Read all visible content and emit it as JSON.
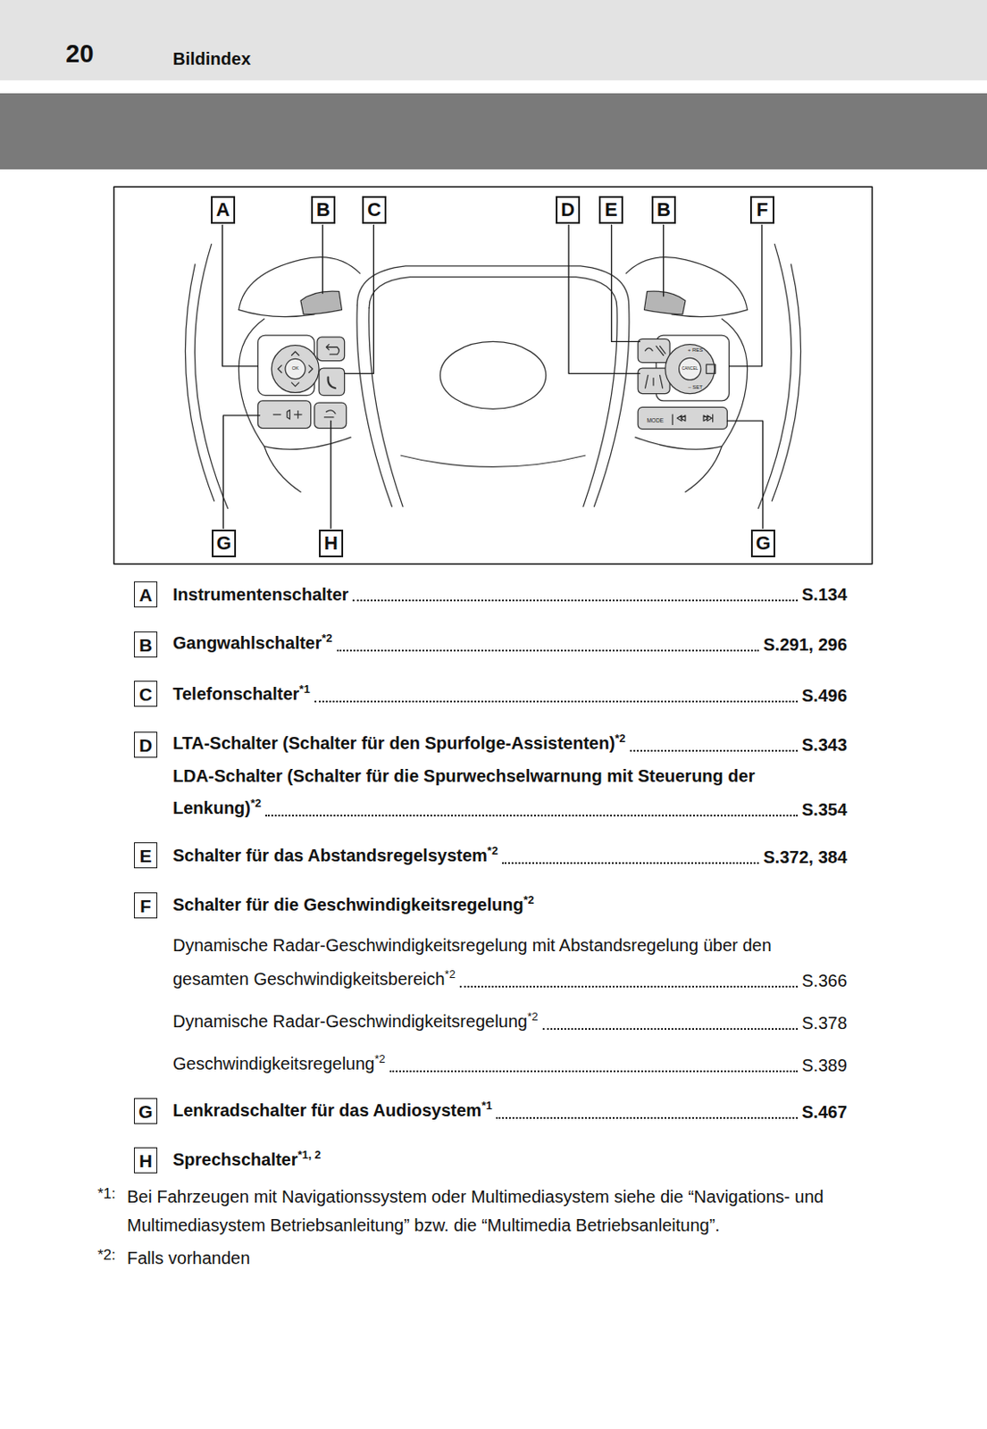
{
  "diagram": {
    "nodes": [
      {
        "text": [
          "A"
        ]
      },
      {
        "text": [
          "B"
        ]
      },
      {
        "text": [
          "C"
        ]
      },
      {
        "text": [
          "D"
        ]
      },
      {
        "text": [
          "E"
        ]
      },
      {
        "text": [
          "B"
        ]
      },
      {
        "text": [
          "F"
        ]
      },
      {
        "text": [
          "G"
        ]
      },
      {
        "text": [
          "H"
        ]
      },
      {
        "text": [
          "G"
        ]
      },
      {
        "text": [
          "A"
        ]
      },
      {
        "text": [
          "B"
        ]
      },
      {
        "text": [
          "C"
        ]
      },
      {
        "text": [
          "D"
        ]
      },
      {
        "text": [
          "E"
        ]
      },
      {
        "text": [
          "F"
        ]
      },
      {
        "text": [
          "G"
        ]
      },
      {
        "text": [
          "H"
        ]
      }
    ],
    "labels": [
      "20",
      "Bildindex",
      "OK",
      "+ RES",
      "CANCEL",
      "– SET",
      "MODE",
      "Instrumentenschalter",
      "S.134",
      "Gangwahlschalter",
      "*2",
      "S.291, 296",
      "Telefonschalter",
      "*1",
      "S.496",
      "LTA-Schalter (Schalter für den Spurfolge-Assistenten)",
      "*2",
      "S.343",
      "LDA-Schalter (Schalter für die Spurwechselwarnung mit Steuerung der Lenkung)",
      "*2",
      "S.354",
      "Schalter für das Abstandsregelsystem",
      "*2",
      "S.372, 384",
      "Schalter für die Geschwindigkeitsregelung",
      "*2",
      "Dynamische Radar-Geschwindigkeitsregelung mit Abstandsregelung über den gesamten Geschwindigkeitsbereich",
      "*2",
      "S.366",
      "Dynamische Radar-Geschwindigkeitsregelung",
      "*2",
      "S.378",
      "Geschwindigkeitsregelung",
      "*2",
      "S.389",
      "Lenkradschalter für das Audiosystem",
      "*1",
      "S.467",
      "Sprechschalter",
      "*1, 2",
      "*1:",
      "Bei Fahrzeugen mit Navigationssystem oder Multimediasystem siehe die “Navigations- und Multimediasystem Betriebsanleitung” bzw. die “Multimedia Betriebsanleitung”.",
      "*2:",
      "Falls vorhanden"
    ]
  }
}
